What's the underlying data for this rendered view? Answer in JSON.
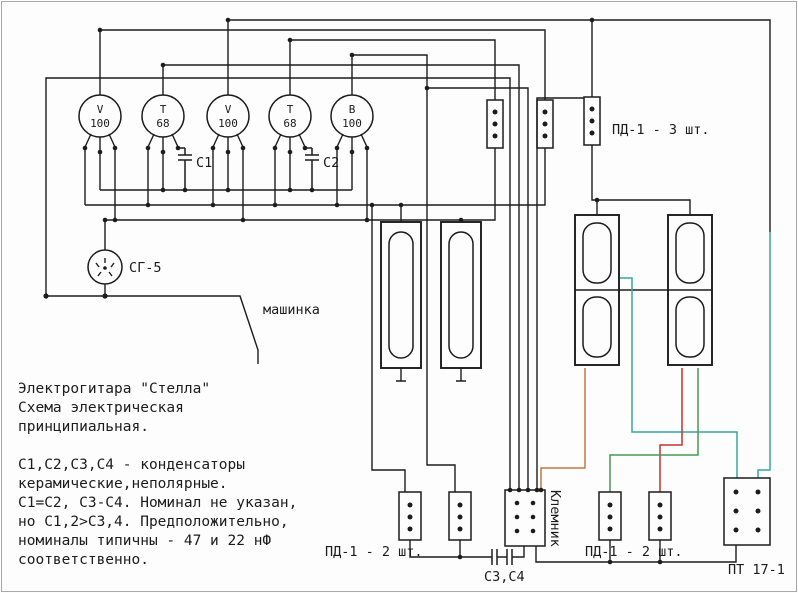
{
  "colors": {
    "wire": "#1c1c1c",
    "teal": "#35a8a2",
    "red": "#c23430",
    "orange": "#c07a42",
    "green": "#4a9a55",
    "border": "#a8a8a8",
    "background": "#fdfdfd"
  },
  "pots": [
    {
      "label": "V",
      "value": "100"
    },
    {
      "label": "T",
      "value": "68"
    },
    {
      "label": "V",
      "value": "100"
    },
    {
      "label": "T",
      "value": "68"
    },
    {
      "label": "B",
      "value": "100"
    }
  ],
  "labels": {
    "connector": "СГ-5",
    "tremolo": "машинка",
    "cap1": "C1",
    "cap2": "C2",
    "cap34": "С3,С4",
    "switches_top": "ПД-1 - 3 шт.",
    "switches_bottom_left": "ПД-1 - 2 шт.",
    "switches_bottom_right": "ПД-1 - 2 шт.",
    "terminal_block": "Клемник",
    "switch_pt": "ПТ 17-1"
  },
  "text_block": {
    "heading": [
      "Электрогитара \"Стелла\"",
      "Схема электрическая",
      "принципиальная."
    ],
    "notes": [
      "C1,C2,C3,C4 - конденсаторы",
      "керамические,неполярные.",
      "C1=C2, C3-C4. Номинал не указан,",
      "но C1,2>C3,4. Предположительно,",
      "номиналы типичны - 47 и 22 нФ",
      "соответственно."
    ]
  }
}
